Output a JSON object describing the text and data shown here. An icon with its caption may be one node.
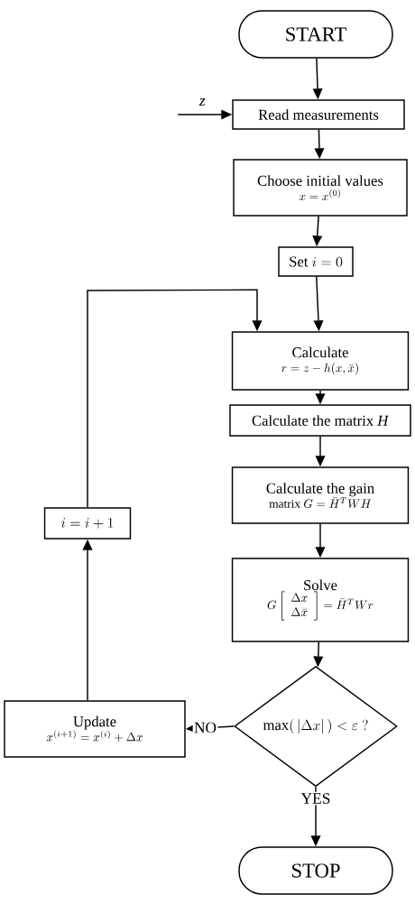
{
  "diagram": {
    "nodes": [
      {
        "text": [
          "START"
        ]
      },
      {
        "text": [
          "Read measurements"
        ]
      },
      {
        "text": [
          "Choose initial values",
          "x = x^{(0)}"
        ]
      },
      {
        "text": [
          "\\mathrm{Set}\\ i = 0"
        ]
      },
      {
        "text": [
          "Calculate",
          "r = z - h(x,\\bar{x})"
        ]
      },
      {
        "text": [
          "Calculate the matrix *H*"
        ]
      },
      {
        "text": [
          "Calculate the gain",
          "\\mathrm{matrix}\\ G = \\bar{H}^{T}WH"
        ]
      },
      {
        "text": [
          "Solve",
          "G\\left[\\begin{array}{c}\\Delta x\\\\ \\Delta\\bar{x}\\end{array}\\right] = \\bar{H}^{T}Wr"
        ]
      },
      {
        "text": [
          "\\max(\\,|\\Delta x|\\,) < \\varepsilon\\ ?"
        ]
      },
      {
        "text": [
          "Update",
          "x^{(i+1)} = x^{(i)} + \\Delta x"
        ]
      },
      {
        "text": [
          "i = i + 1"
        ]
      },
      {
        "text": [
          "STOP"
        ]
      }
    ],
    "edges": [
      {
        "from": null,
        "to": 1,
        "arrow": "to",
        "label": "z"
      },
      {
        "from": 0,
        "to": 1,
        "arrow": "to"
      },
      {
        "from": 1,
        "to": 2,
        "arrow": "to"
      },
      {
        "from": 2,
        "to": 3,
        "arrow": "to"
      },
      {
        "from": 3,
        "to": 4,
        "arrow": "to"
      },
      {
        "from": 4,
        "to": 5,
        "arrow": "to"
      },
      {
        "from": 5,
        "to": 6,
        "arrow": "to"
      },
      {
        "from": 6,
        "to": 7,
        "arrow": "to"
      },
      {
        "from": 7,
        "to": 8,
        "arrow": "to"
      },
      {
        "from": 8,
        "to": 9,
        "arrow": "to",
        "label": "NO"
      },
      {
        "from": 8,
        "to": 11,
        "arrow": "to",
        "label": "YES"
      },
      {
        "from": 9,
        "to": 10,
        "arrow": "to"
      },
      {
        "from": 10,
        "to": 4,
        "arrow": "to"
      }
    ]
  }
}
